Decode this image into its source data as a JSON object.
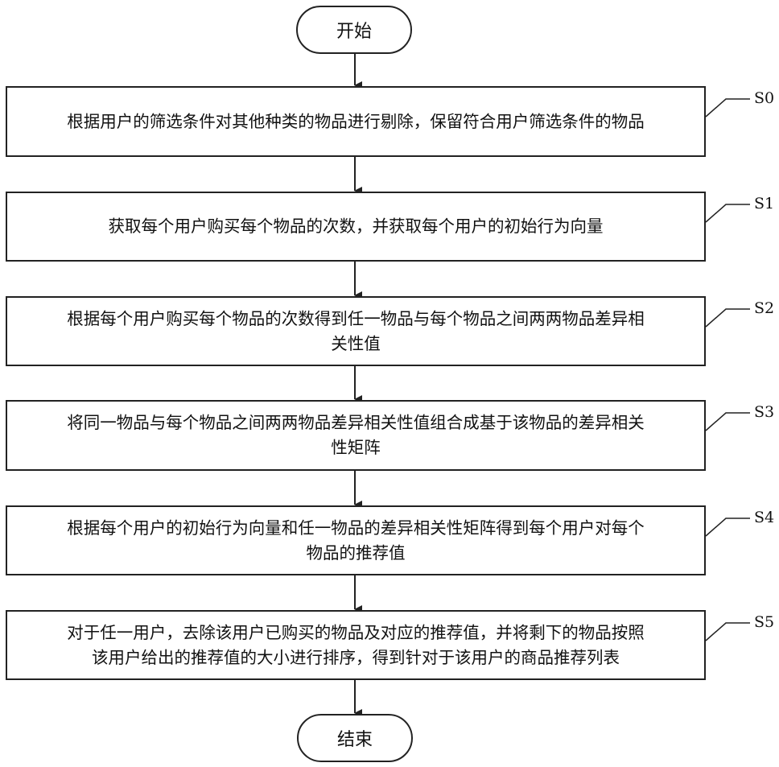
{
  "start": "开始",
  "end": "结束",
  "steps": [
    {
      "id": "S0",
      "lines": [
        "根据用户的筛选条件对其他种类的物品进行剔除，保留符合用户筛选条件的物品"
      ]
    },
    {
      "id": "S1",
      "lines": [
        "获取每个用户购买每个物品的次数，并获取每个用户的初始行为向量"
      ]
    },
    {
      "id": "S2",
      "lines": [
        "根据每个用户购买每个物品的次数得到任一物品与每个物品之间两两物品差异相",
        "关性值"
      ]
    },
    {
      "id": "S3",
      "lines": [
        "将同一物品与每个物品之间两两物品差异相关性值组合成基于该物品的差异相关",
        "性矩阵"
      ]
    },
    {
      "id": "S4",
      "lines": [
        "根据每个用户的初始行为向量和任一物品的差异相关性矩阵得到每个用户对每个",
        "物品的推荐值"
      ]
    },
    {
      "id": "S5",
      "lines": [
        "对于任一用户，去除该用户已购买的物品及对应的推荐值，并将剩下的物品按照",
        "该用户给出的推荐值的大小进行排序，得到针对于该用户的商品推荐列表"
      ]
    }
  ]
}
